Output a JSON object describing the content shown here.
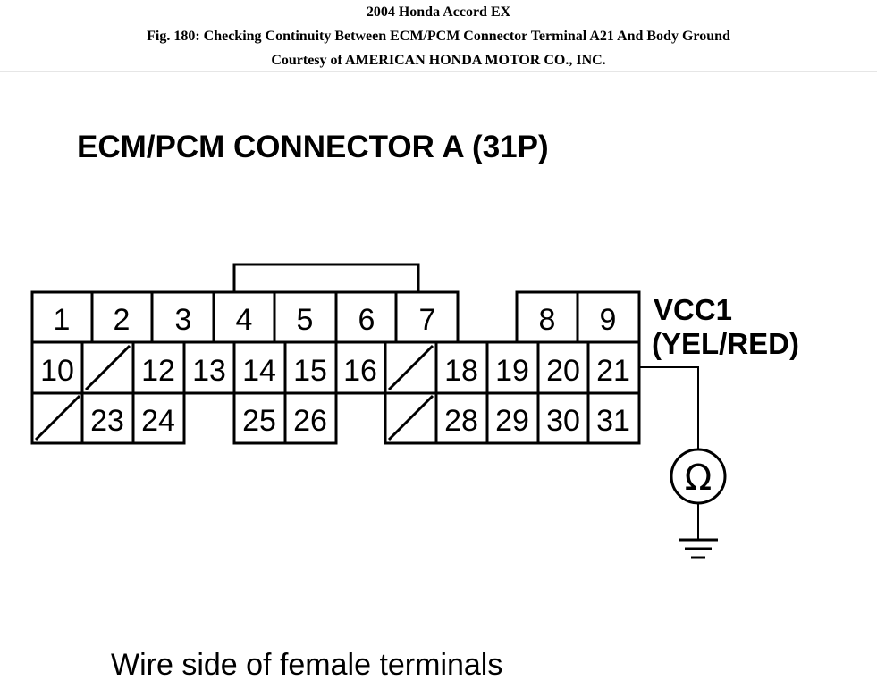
{
  "header": {
    "line1": "2004 Honda Accord EX",
    "line2": "Fig. 180: Checking Continuity Between ECM/PCM Connector Terminal A21 And Body Ground",
    "line3": "Courtesy of AMERICAN HONDA MOTOR CO., INC."
  },
  "diagram": {
    "title": "ECM/PCM CONNECTOR A (31P)",
    "wire_label_line1": "VCC1",
    "wire_label_line2": "(YEL/RED)",
    "meter_symbol": "Ω",
    "caption": "Wire side of female terminals",
    "terminals": {
      "t1": "1",
      "t2": "2",
      "t3": "3",
      "t4": "4",
      "t5": "5",
      "t6": "6",
      "t7": "7",
      "t8": "8",
      "t9": "9",
      "t10": "10",
      "t12": "12",
      "t13": "13",
      "t14": "14",
      "t15": "15",
      "t16": "16",
      "t18": "18",
      "t19": "19",
      "t20": "20",
      "t21": "21",
      "t23": "23",
      "t24": "24",
      "t25": "25",
      "t26": "26",
      "t28": "28",
      "t29": "29",
      "t30": "30",
      "t31": "31"
    }
  },
  "icons": [
    "ohmmeter-icon",
    "ground-icon"
  ]
}
